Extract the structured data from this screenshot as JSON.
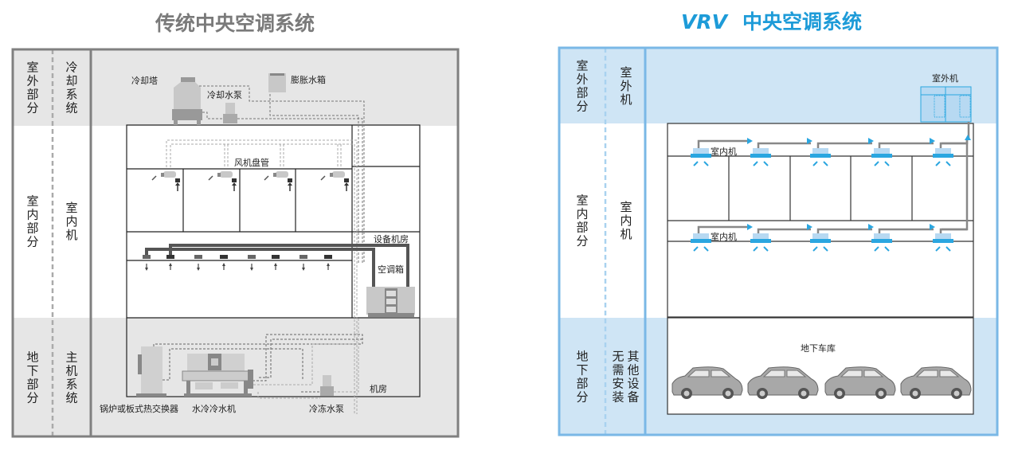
{
  "colors": {
    "traditional_title": "#7a7a7a",
    "vrv_blue": "#1d9bd8",
    "panel_gray": "#e6e6e6",
    "panel_blue": "#cfe5f5",
    "unit_blue": "#b7d9f2",
    "accent_blue": "#2aa6e0"
  },
  "traditional": {
    "title": "传统中央空调系统",
    "zones": [
      {
        "zone": [
          "室",
          "外",
          "部",
          "分"
        ],
        "system": [
          "冷",
          "却",
          "系",
          "统"
        ]
      },
      {
        "zone": [
          "室",
          "内",
          "部",
          "分"
        ],
        "system": [
          "室",
          "内",
          "机"
        ]
      },
      {
        "zone": [
          "地",
          "下",
          "部",
          "分"
        ],
        "system": [
          "主",
          "机",
          "系",
          "统"
        ]
      }
    ],
    "labels": {
      "cooling_tower": "冷却塔",
      "cooling_pump": "冷却水泵",
      "expansion_tank": "膨胀水箱",
      "fan_coil": "风机盘管",
      "equipment_room": "设备机房",
      "ahu": "空调箱",
      "machine_room": "机房",
      "boiler": "锅炉或板式热交换器",
      "chiller": "水冷冷水机",
      "chilled_pump": "冷冻水泵"
    }
  },
  "vrv": {
    "title_prefix": "VRV",
    "title_rest": "中央空调系统",
    "zones": [
      {
        "zone": [
          "室",
          "外",
          "部",
          "分"
        ],
        "system": [
          "室",
          "外",
          "机"
        ]
      },
      {
        "zone": [
          "室",
          "内",
          "部",
          "分"
        ],
        "system": [
          "室",
          "内",
          "机"
        ]
      },
      {
        "zone": [
          "地",
          "下",
          "部",
          "分"
        ],
        "system_col1": [
          "无",
          "需",
          "安",
          "装"
        ],
        "system_col2": [
          "其",
          "他",
          "设",
          "备"
        ]
      }
    ],
    "labels": {
      "outdoor_unit": "室外机",
      "indoor_unit_1": "室内机",
      "indoor_unit_2": "室内机",
      "garage": "地下车库"
    }
  }
}
